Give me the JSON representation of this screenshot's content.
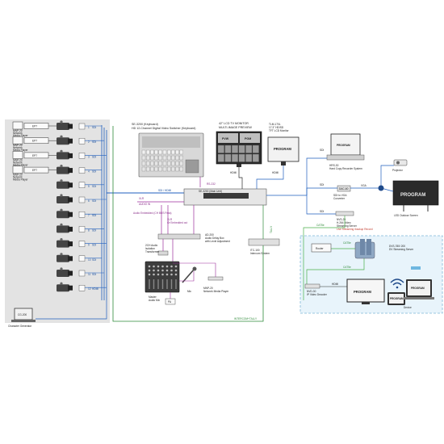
{
  "colors": {
    "sdi": "#1f5fbf",
    "hdmi": "#2a2a2a",
    "audio": "#9b2d9b",
    "ethernet": "#4bb04b",
    "intercom": "#2f8a3a",
    "panel": "#e3e3e3",
    "network_zone": "#e8f4fb",
    "camera_body": "#444444"
  },
  "switcher_panel": {
    "model": "SE-3200 (Keyboard)",
    "desc": "HD 12-Channel Digital Video Switcher (Keyboard)",
    "rs232": "RS-232"
  },
  "main_unit": {
    "label": "SE-3200 (Main Unit)"
  },
  "monitors": {
    "multi": {
      "title": "42\" LCD TV MONITOR",
      "subtitle": "MULTI-IMAGE PREVIEW",
      "pvw": "PVW",
      "pgm": "PGM"
    },
    "tft": {
      "title": "TLM-170L",
      "subtitle": "17.3\" HD/SD",
      "line3": "TFT LCD Monitor",
      "screen": "PROGRAM"
    }
  },
  "recorder": {
    "model": "HRS-30",
    "desc": "Hard Copy Recorder System",
    "screen": "PROGRAM"
  },
  "projector": {
    "label": "Projector"
  },
  "led": {
    "screen": "PROGRAM",
    "label": "LED Outdoor Screen"
  },
  "dac": {
    "model": "DAC-60",
    "desc1": "SDI to VGA",
    "desc2": "Converter"
  },
  "nvs": {
    "model": "NVS-25",
    "desc1": "H.264 Video",
    "desc2": "Streaming Server",
    "desc3": "Live Streaming /backup Record"
  },
  "router": {
    "label": "Router"
  },
  "dvs": {
    "model": "DVS-780/ 200",
    "desc": "DV Streaming Server"
  },
  "nvd": {
    "model": "NVD-30",
    "desc": "IP Video Decoder"
  },
  "program_tv": {
    "screen": "PROGRAM"
  },
  "devices": {
    "screen1": "PROGRAM",
    "screen2": "PROGRAM",
    "label": "Device"
  },
  "audio_delay": {
    "model": "AD-200",
    "desc1": "Audio Delay Box",
    "desc2": "with Level Adjustment"
  },
  "audio_split": {
    "line1": "2CH Audio",
    "line2": "Isolation",
    "line3": "Transformer"
  },
  "mixer": {
    "line1": "Master",
    "line2": "Audio Mix"
  },
  "mic": {
    "label": "Mic"
  },
  "player": {
    "model": "MNP-20",
    "desc": "Network Media Player"
  },
  "pa": {
    "label": "PA"
  },
  "intercom": {
    "model": "ITC-100",
    "desc": "Intercom System",
    "tally": "TALLY"
  },
  "charmgen": {
    "model": "CG-200",
    "desc": "Character Generator"
  },
  "signals": {
    "sdi": "SDI",
    "hdmi": "HDMI",
    "vga": "VGA",
    "cat5e": "CAT5e",
    "sdi_hdmi": "SDI / HDMI",
    "xlr": "XLR",
    "audio_in": "AUDIO IN",
    "audio_embedded": "Audio Embedded (CH BUS Pass)",
    "or_embedded": "Or Embedded out",
    "intercom_tally": "INTERCOM+TALLY"
  },
  "media_players": [
    {
      "label": "EP7",
      "desc1": "MNP-20",
      "desc2": "Network",
      "desc3": "Media Player"
    },
    {
      "label": "EP7",
      "desc1": "MNP-20",
      "desc2": "Network",
      "desc3": "Media Player"
    },
    {
      "label": "EP7",
      "desc1": "MNP-20",
      "desc2": "Network",
      "desc3": "Media Player"
    },
    {
      "label": "EP7",
      "desc1": "MNP-20",
      "desc2": "Network",
      "desc3": "Media Player"
    }
  ],
  "camera_rows": [
    {
      "num": "1",
      "sig": "SDI"
    },
    {
      "num": "2",
      "sig": "SDI"
    },
    {
      "num": "3",
      "sig": "SDI"
    },
    {
      "num": "4",
      "sig": "SDI"
    },
    {
      "num": "5",
      "sig": "SDI"
    },
    {
      "num": "6",
      "sig": "SDI"
    },
    {
      "num": "7",
      "sig": "SDI"
    },
    {
      "num": "8",
      "sig": "SDI"
    },
    {
      "num": "9",
      "sig": "SDI"
    },
    {
      "num": "10",
      "sig": "SDI"
    },
    {
      "num": "11",
      "sig": "SDI"
    },
    {
      "num": "12",
      "sig": "HDMI"
    }
  ]
}
